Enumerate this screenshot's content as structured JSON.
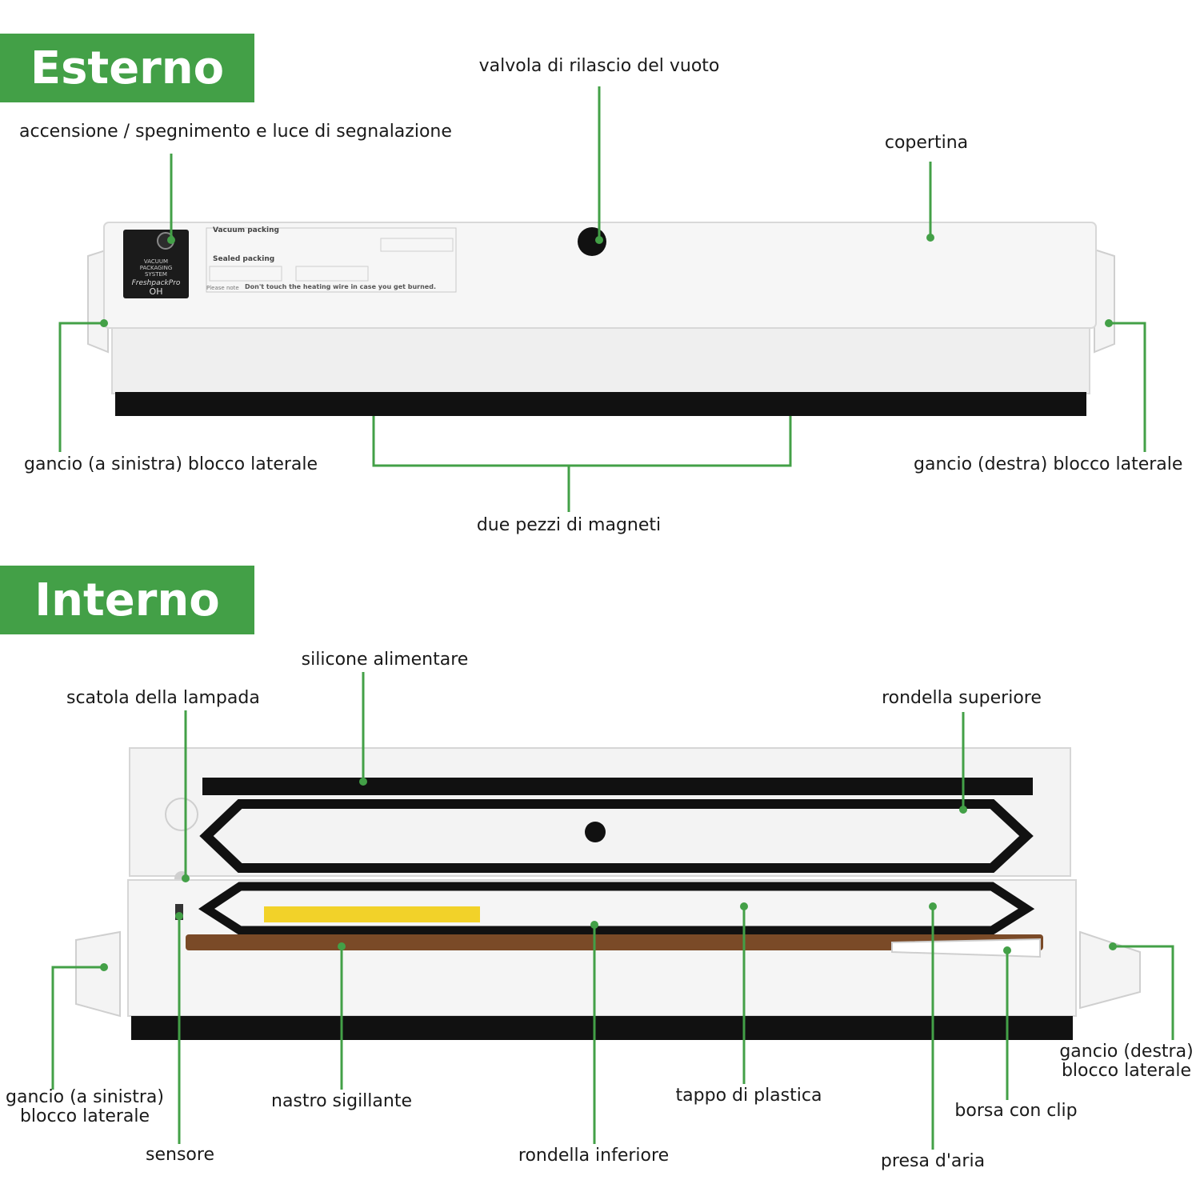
{
  "sections": {
    "exterior": {
      "title": "Esterno"
    },
    "interior": {
      "title": "Interno"
    }
  },
  "device_panel": {
    "heading_vacuum": "Vacuum packing",
    "heading_sealed": "Sealed packing",
    "logo_line1": "VACUUM",
    "logo_line2": "PACKAGING",
    "logo_line3": "SYSTEM",
    "brand": "FreshpackPro",
    "model": "OH",
    "note_label": "Please note",
    "warning": "Don't touch the heating wire in case you get burned."
  },
  "exterior_labels": {
    "valve": "valvola di rilascio del vuoto",
    "power": "accensione / spegnimento e luce di segnalazione",
    "cover": "copertina",
    "hook_left": "gancio (a sinistra) blocco laterale",
    "hook_right": "gancio (destra) blocco laterale",
    "magnets": "due pezzi di magneti"
  },
  "interior_labels": {
    "silicone": "silicone alimentare",
    "lamp_box": "scatola della lampada",
    "upper_gasket": "rondella superiore",
    "hook_right_l1": "gancio (destra)",
    "hook_right_l2": "blocco laterale",
    "hook_left_l1": "gancio (a sinistra)",
    "hook_left_l2": "blocco laterale",
    "sealing_tape": "nastro sigillante",
    "plastic_cap": "tappo di plastica",
    "bag_clip": "borsa con clip",
    "sensor": "sensore",
    "lower_gasket": "rondella inferiore",
    "air_intake": "presa d'aria"
  },
  "colors": {
    "accent": "#43a047",
    "device_body": "#f2f2f2",
    "device_base": "#111111"
  }
}
